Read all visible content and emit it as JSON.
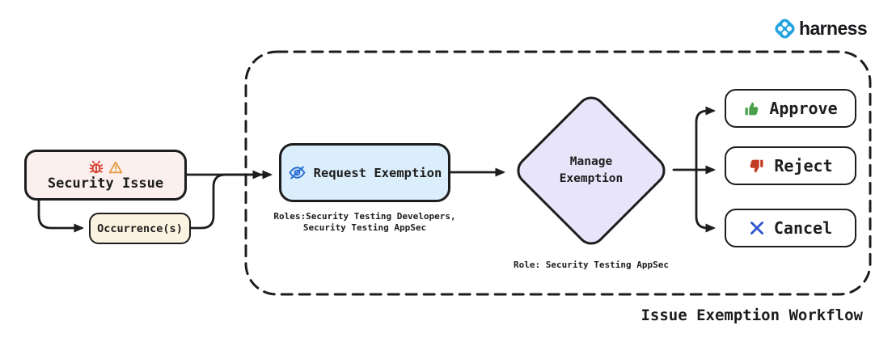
{
  "brand": {
    "name": "harness"
  },
  "caption": "Issue Exemption Workflow",
  "nodes": {
    "security_issue": {
      "label": "Security Issue"
    },
    "occurrence": {
      "label": "Occurrence(s)"
    },
    "request_exemption": {
      "label": "Request Exemption"
    },
    "manage_exemption": {
      "line1": "Manage",
      "line2": "Exemption"
    },
    "approve": {
      "label": "Approve"
    },
    "reject": {
      "label": "Reject"
    },
    "cancel": {
      "label": "Cancel"
    }
  },
  "annotations": {
    "request_roles_line1": "Roles:Security Testing Developers,",
    "request_roles_line2": "Security Testing AppSec",
    "manage_role": "Role: Security Testing AppSec"
  },
  "icons": {
    "harness_logo": "harness-logo-icon",
    "security_issue": [
      "bug-icon",
      "warning-triangle-icon"
    ],
    "request_exemption": "eye-off-icon",
    "approve": "thumbs-up-icon",
    "reject": "thumbs-down-icon",
    "cancel": "x-icon"
  },
  "colors": {
    "ink": "#1d1d1d",
    "security-fill": "#fbf0ee",
    "occurrence-fill": "#fbf3e0",
    "request-fill": "#dbeefb",
    "diamond-fill": "#e8e5fa",
    "bug-red": "#d63a2a",
    "warn-orange": "#e89b3c",
    "eye-blue": "#2b6fd4",
    "approve-green": "#49a04a",
    "reject-red": "#c43b27",
    "cancel-blue": "#2d53cc",
    "brand-blue": "#23a3e0"
  }
}
